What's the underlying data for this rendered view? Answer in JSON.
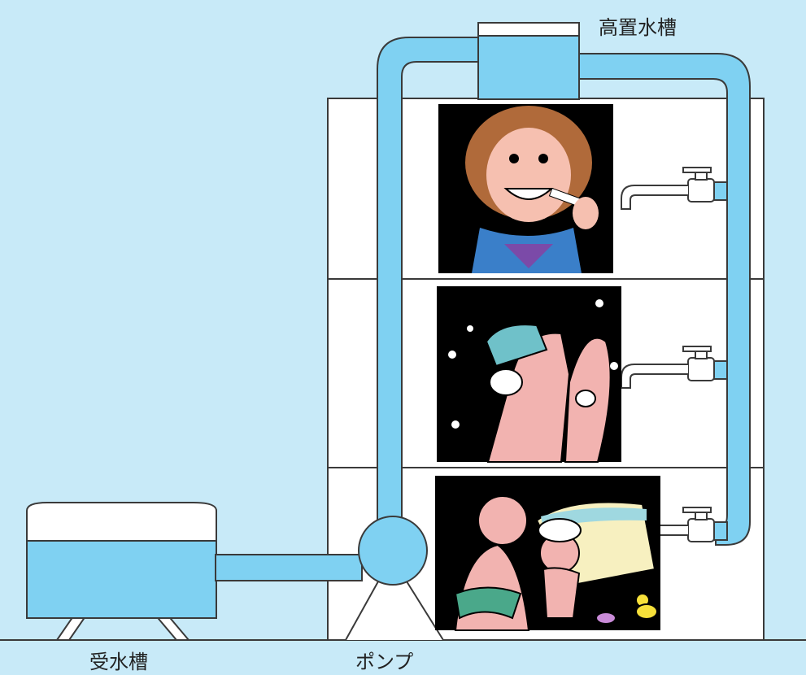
{
  "labels": {
    "elevated_tank": "高置水槽",
    "receiving_tank": "受水槽",
    "pump": "ポンプ"
  },
  "colors": {
    "background": "#c8eaf8",
    "water": "#7fd1f2",
    "outline": "#3a3a3a",
    "building": "#ffffff",
    "illustration_bg": "#000000"
  },
  "icons": {
    "faucet": "faucet-icon"
  }
}
